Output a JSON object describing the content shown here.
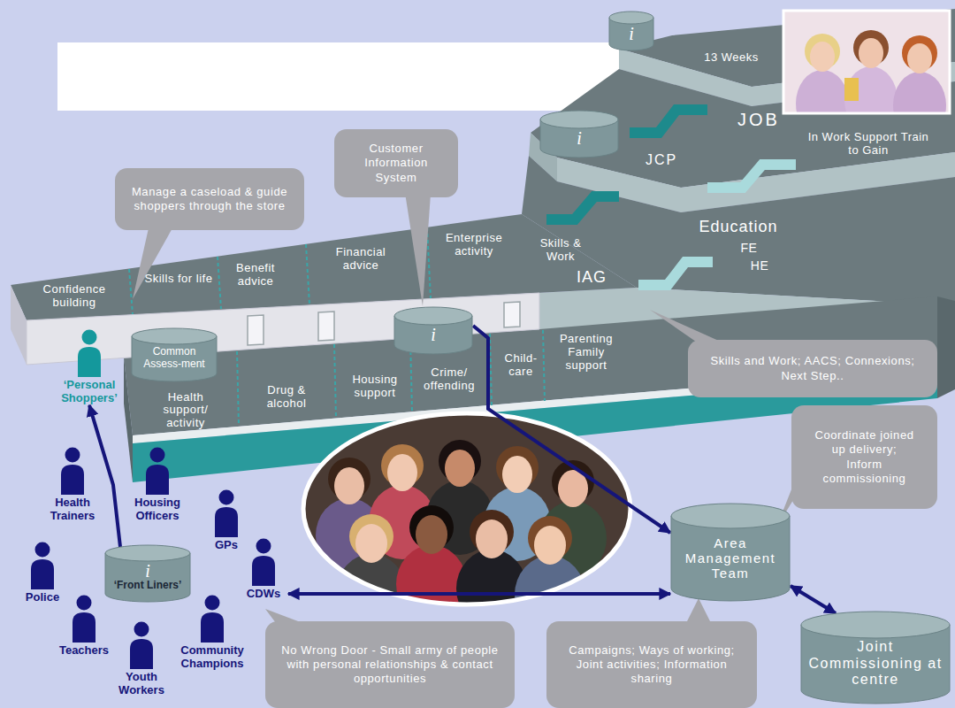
{
  "diagram": {
    "nodes": [
      {
        "text": [
          "i"
        ]
      },
      {
        "text": [
          "i"
        ]
      },
      {
        "text": [
          "Customer Information System"
        ]
      },
      {
        "text": [
          "Manage a caseload & guide shoppers through the store"
        ]
      },
      {
        "text": [
          "Common Assess-ment"
        ]
      },
      {
        "text": [
          "‘Personal Shoppers’"
        ]
      },
      {
        "text": [
          "i"
        ]
      },
      {
        "text": [
          "Skills and Work; AACS; Connexions; Next Step.."
        ]
      },
      {
        "text": [
          "Coordinate joined up delivery; Inform commissioning"
        ]
      },
      {
        "text": [
          "Health Trainers"
        ]
      },
      {
        "text": [
          "Housing Officers"
        ]
      },
      {
        "text": [
          "GPs"
        ]
      },
      {
        "text": [
          "Area Management Team"
        ]
      },
      {
        "text": [
          "i",
          "‘Front Liners’"
        ]
      },
      {
        "text": [
          "Police"
        ]
      },
      {
        "text": [
          "CDWs"
        ]
      },
      {
        "text": [
          "Teachers"
        ]
      },
      {
        "text": [
          "Community Champions"
        ]
      },
      {
        "text": [
          "Youth Workers"
        ]
      },
      {
        "text": [
          "No Wrong Door - Small army of people with personal relationships & contact opportunities"
        ]
      },
      {
        "text": [
          "Campaigns; Ways of working; Joint activities; Information sharing"
        ]
      },
      {
        "text": [
          "Joint Commissioning at centre"
        ]
      }
    ],
    "edges": [
      {
        "from": 6,
        "to": 12,
        "arrow": "to"
      },
      {
        "from": 13,
        "to": 5,
        "arrow": "to"
      },
      {
        "from": 15,
        "to": 12,
        "arrow": "both"
      },
      {
        "from": 12,
        "to": 21,
        "arrow": "both"
      }
    ],
    "labels": [
      "13 Weeks",
      "JOB",
      "In Work Support Train to Gain",
      "JCP",
      "Education",
      "FE",
      "HE",
      "Skills & Work",
      "IAG",
      "Confidence building",
      "Skills for life",
      "Benefit advice",
      "Financial advice",
      "Enterprise activity",
      "Health support/ activity",
      "Drug & alcohol",
      "Housing support",
      "Crime/ offending",
      "Child-care",
      "Parenting Family support"
    ]
  }
}
